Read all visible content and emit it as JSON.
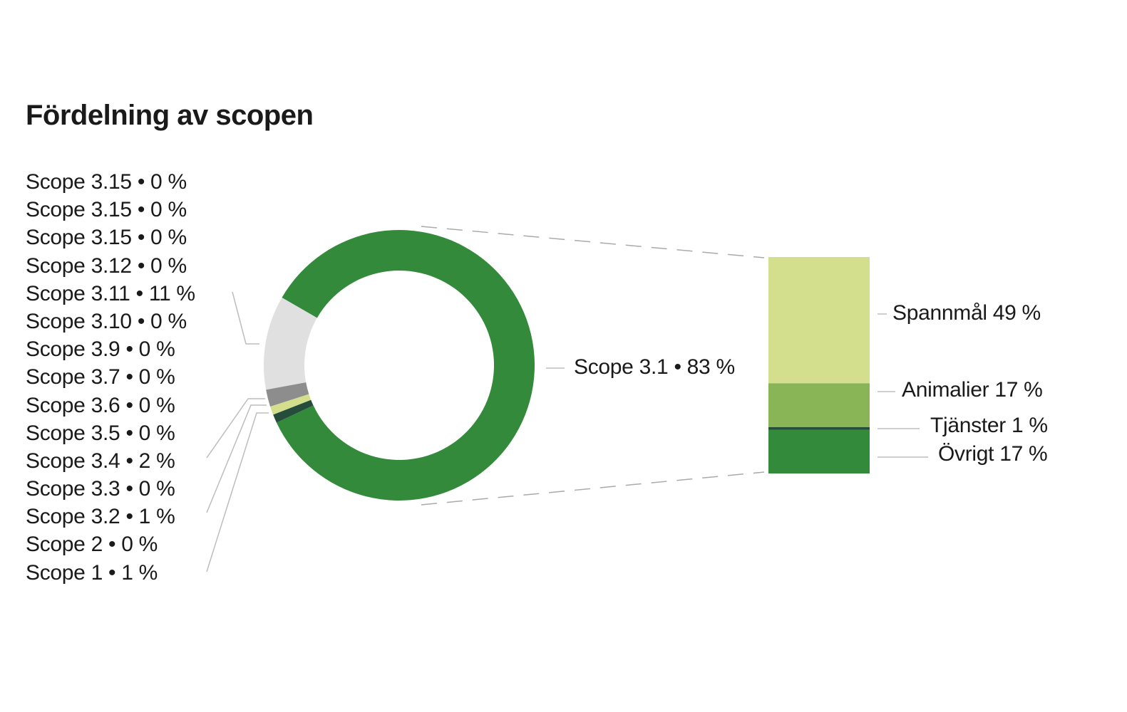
{
  "chart_data": {
    "type": "pie",
    "title": "Fördelning av scopen",
    "legend_labels": [
      "Scope 3.15 • 0 %",
      "Scope 3.15 • 0 %",
      "Scope 3.15 • 0 %",
      "Scope 3.12 • 0 %",
      "Scope 3.11 • 11 %",
      "Scope 3.10 • 0 %",
      "Scope 3.9 • 0 %",
      "Scope 3.7 • 0 %",
      "Scope 3.6 • 0 %",
      "Scope 3.5 • 0 %",
      "Scope 3.4 • 2 %",
      "Scope 3.3 • 0 %",
      "Scope 3.2 • 1 %",
      "Scope 2 • 0 %",
      "Scope 1 • 1 %"
    ],
    "donut": [
      {
        "name": "Scope 3.1",
        "value": 83,
        "color": "#348a3b"
      },
      {
        "name": "Scope 1",
        "value": 1,
        "color": "#264d3c"
      },
      {
        "name": "Scope 3.2",
        "value": 1,
        "color": "#d3df8c"
      },
      {
        "name": "Scope 3.4",
        "value": 2,
        "color": "#8c8d8c"
      },
      {
        "name": "Scope 3.11",
        "value": 11,
        "color": "#dfe0df"
      }
    ],
    "main_label": "Scope 3.1 • 83 %",
    "breakdown": {
      "of": "Scope 3.1",
      "type": "stacked-bar",
      "segments": [
        {
          "name": "Spannmål",
          "value": 49,
          "label": "Spannmål 49 %",
          "color": "#d3df8c"
        },
        {
          "name": "Animalier",
          "value": 17,
          "label": "Animalier 17 %",
          "color": "#89b557"
        },
        {
          "name": "Tjänster",
          "value": 1,
          "label": "Tjänster 1 %",
          "color": "#264d3c"
        },
        {
          "name": "Övrigt",
          "value": 17,
          "label": "Övrigt 17 %",
          "color": "#348a3b"
        }
      ]
    }
  }
}
